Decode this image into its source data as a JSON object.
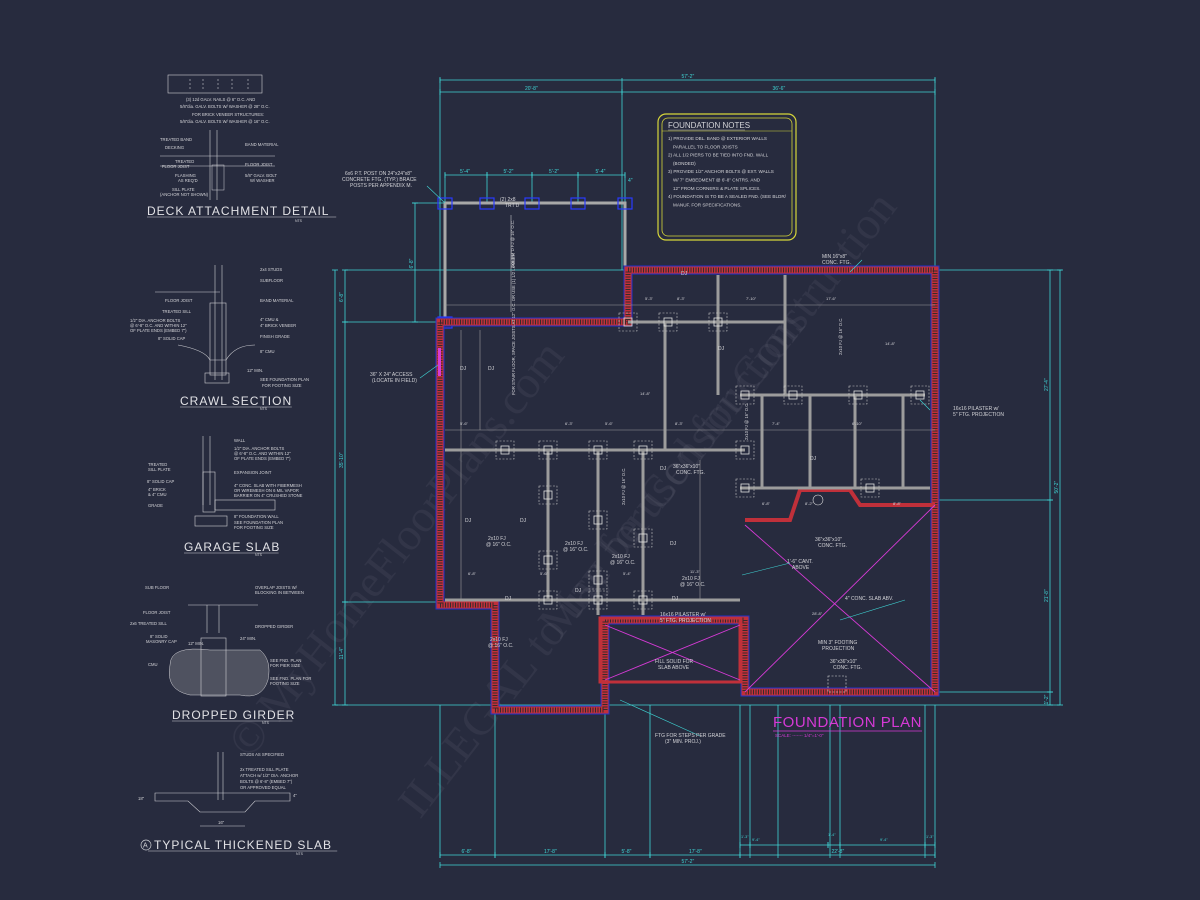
{
  "colors": {
    "background": "#272b3e",
    "dimension": "#3fd6d6",
    "wall": "#c0303a",
    "beam": "#9c9c9c",
    "notes_border": "#d6d63a",
    "plan_title": "#d63ad6"
  },
  "watermark": [
    "© MyHomeFloorPlans.com",
    "ILLEGAL to use for Construction",
    "May be used for Construction"
  ],
  "foundation_notes": {
    "title": "FOUNDATION NOTES",
    "lines": [
      "1) PROVIDE DBL. BAND @ EXTERIOR WALLS",
      "PARALLEL TO FLOOR JOISTS",
      "2) ALL 1/2 PIERS TO BE TIED INTO FND. WALL",
      "(BONDED)",
      "3) PROVIDE 1/2\" ANCHOR BOLTS @ EXT. WALLS",
      "W/ 7\" EMBEDMENT @ 6'-8\" CNTRS. AND",
      "12\" FROM CORNERS & PLATE SPLICES.",
      "4) FOUNDATION IS TO BE A SEALED FND. (SEE BLDR/",
      "MANUF. FOR SPECIFICATIONS."
    ]
  },
  "plan": {
    "title": "FOUNDATION PLAN",
    "scale": "SCALE: ------- 1/4\"=1'-0\"",
    "labels": [
      "6x6 P.T. POST ON 24\"x24\"x8\"",
      "CONCRETE FTG. (TYP.) BRACE",
      "POSTS PER APPENDIX M.",
      "(2) 2x8",
      "TRT'D",
      "36\" X 24\" ACCESS",
      "(LOCATE IN FIELD)",
      "MIN 16\"x8\"",
      "CONC. FTG.",
      "16x16 PILASTER w/",
      "5\" FTG. PROJECTION",
      "36\"x36\"x10\"",
      "CONC. FTG.",
      "2x10 FJ",
      "@ 16\" O.C.",
      "2x10 FJ",
      "@ 16\" O.C.",
      "2x10 FJ",
      "@ 16\" O.C.",
      "2x10 FJ",
      "@ 16\" O.C.",
      "2x10 FJ",
      "@ 16\" O.C.",
      "1'-6\" CANT.",
      "ABOVE",
      "4\" CONC. SLAB ABV.",
      "36\"x36\"x10\"",
      "CONC. FTG.",
      "MIN 3\" FOOTING",
      "PROJECTION",
      "36\"x36\"x10\"",
      "CONC. FTG.",
      "16x16 PILASTER w/",
      "5\" FTG. PROJECTION",
      "FILL SOLID FOR",
      "SLAB ABOVE",
      "FTG FOR STEPS PER GRADE",
      "(3\" MIN. PROJ.)",
      "DJ",
      "DJ",
      "DJ",
      "DJ",
      "DJ",
      "DJ",
      "DJ",
      "DJ",
      "DJ",
      "DJ",
      "DJ",
      "DJ"
    ],
    "vertical_labels": [
      "2x8 TRT'D FJ @ 16\" O.C.",
      "2x10 FJ @ 16\" O.C.",
      "2x10 FJ @ 16\" O.C.",
      "2x10 FJ @ 16\" O.C.",
      "FOR STAIR FLOOR, SPACE JOISTS AT 12\" O.C. OR USE (1) 1/2 LUMBER"
    ],
    "dimensions": {
      "top_overall": "57'-2\"",
      "top_left": "20'-8\"",
      "top_right": "36'-6\"",
      "deck": [
        "5'-4\"",
        "5'-2\"",
        "5'-2\"",
        "5'-4\""
      ],
      "deck_offset": "4\"",
      "left": [
        "6'-8\"",
        "35'-10\"",
        "11'-4\""
      ],
      "deck_depth": "6'-8\"",
      "right": [
        "27'-4\"",
        "21'-8\"",
        "1'-2\""
      ],
      "right_overall": "50'-2\"",
      "bottom": [
        "6'-8\"",
        "17'-8\"",
        "5'-8\"",
        "17'-8\""
      ],
      "bottom_garage": [
        "1'-3\"",
        "9'-4\"",
        "1'-4\"",
        "9'-4\"",
        "1'-3\""
      ],
      "bottom_garage_total": "22'-8\"",
      "bottom_overall": "57'-2\"",
      "interior": [
        "5'-3\"",
        "8'-3\"",
        "7'-10\"",
        "17'-6\"",
        "5'-6\"",
        "6'-3\"",
        "5'-6\"",
        "8'-3\"",
        "7'-4\"",
        "6'-10\"",
        "5'-6\"",
        "6'-8\"",
        "5'-4\"",
        "11'-3\"",
        "6'-8\"",
        "8'-2\"",
        "8'-8\"",
        "14'-8\"",
        "14'-8\"",
        "28'-8\""
      ]
    }
  },
  "details": [
    {
      "title": "DECK ATTACHMENT DETAIL",
      "nts": "NTS",
      "labels": [
        "(3) 12d GALV. NAILS @ 6\" O.C. AND",
        "5/8\"dia. GALV. BOLTS W/ WASHER @ 28\" O.C.",
        "FOR BRICK VENEER STRUCTURES:",
        "5/8\"dia. GALV. BOLTS W/ WASHER @ 16\" O.C.",
        "TREATED BAND",
        "DECKING",
        "TREATED",
        "FLOOR JOIST",
        "FLASHING",
        "AS REQ'D",
        "SILL PLATE",
        "(ANCHOR NOT SHOWN)",
        "BAND MATERIAL",
        "FLOOR JOIST",
        "5/8\" GALV. BOLT",
        "W/ WASHER"
      ]
    },
    {
      "title": "CRAWL SECTION",
      "nts": "NTS",
      "labels": [
        "2x4 STUDS",
        "SUBFLOOR",
        "FLOOR JOIST",
        "BAND MATERIAL",
        "TREATED SILL",
        "1/2\" DIA. ANCHOR BOLTS",
        "@ 6'-8\" O.C. AND WITHIN 12\"",
        "OF PLATE ENDS (EMBED 7\")",
        "4\" CMU &",
        "4\" BRICK VENEER",
        "8\" SOLID CAP",
        "FINISH GRADE",
        "8\" CMU",
        "12\" MIN.",
        "SEE FOUNDATION PLAN",
        "FOR FOOTING SIZE"
      ]
    },
    {
      "title": "GARAGE SLAB",
      "nts": "NTS",
      "labels": [
        "WALL",
        "1/2\" DIA. ANCHOR BOLTS",
        "@ 6'-8\" O.C. AND WITHIN 12\"",
        "OF PLATE ENDS (EMBED 7\")",
        "TREATED",
        "SILL PLATE",
        "EXPANSION JOINT",
        "8\" SOLID CAP",
        "4\" CONC. SLAB WITH FIBERMESH",
        "OR WIREMESH ON 6 MIL VAPOR",
        "BARRIER ON 4\" CRUSHED STONE",
        "4\" BRICK",
        "& 4\" CMU",
        "GRADE",
        "8\" FOUNDATION WALL",
        "SEE FOUNDATION PLAN",
        "FOR FOOTING SIZE"
      ]
    },
    {
      "title": "DROPPED GIRDER",
      "nts": "NTS",
      "labels": [
        "SUB FLOOR",
        "OVERLAP JOISTS W/",
        "BLOCKING IN BETWEEN",
        "FLOOR JOIST",
        "2x6 TREATED SILL",
        "DROPPED GIRDER",
        "8\" SOLID",
        "MASONRY CAP",
        "CMU",
        "SEE FND. PLAN",
        "FOR PIER SIZE",
        "SEE FND. PLAN FOR",
        "FOOTING SIZE",
        "24\" MIN.",
        "12\" MIN."
      ]
    },
    {
      "title": "TYPICAL THICKENED SLAB",
      "nts": "NTS",
      "marker": "A",
      "labels": [
        "STUDS AS SPECIFIED",
        "2x TREATED SILL PLATE",
        "ATTACH w/ 1/2\" DIA. ANCHOR",
        "BOLTS @ 6'-8\" (EMBED 7\")",
        "OR APPROVED EQUAL",
        "16\"",
        "18\"",
        "4\""
      ]
    }
  ]
}
